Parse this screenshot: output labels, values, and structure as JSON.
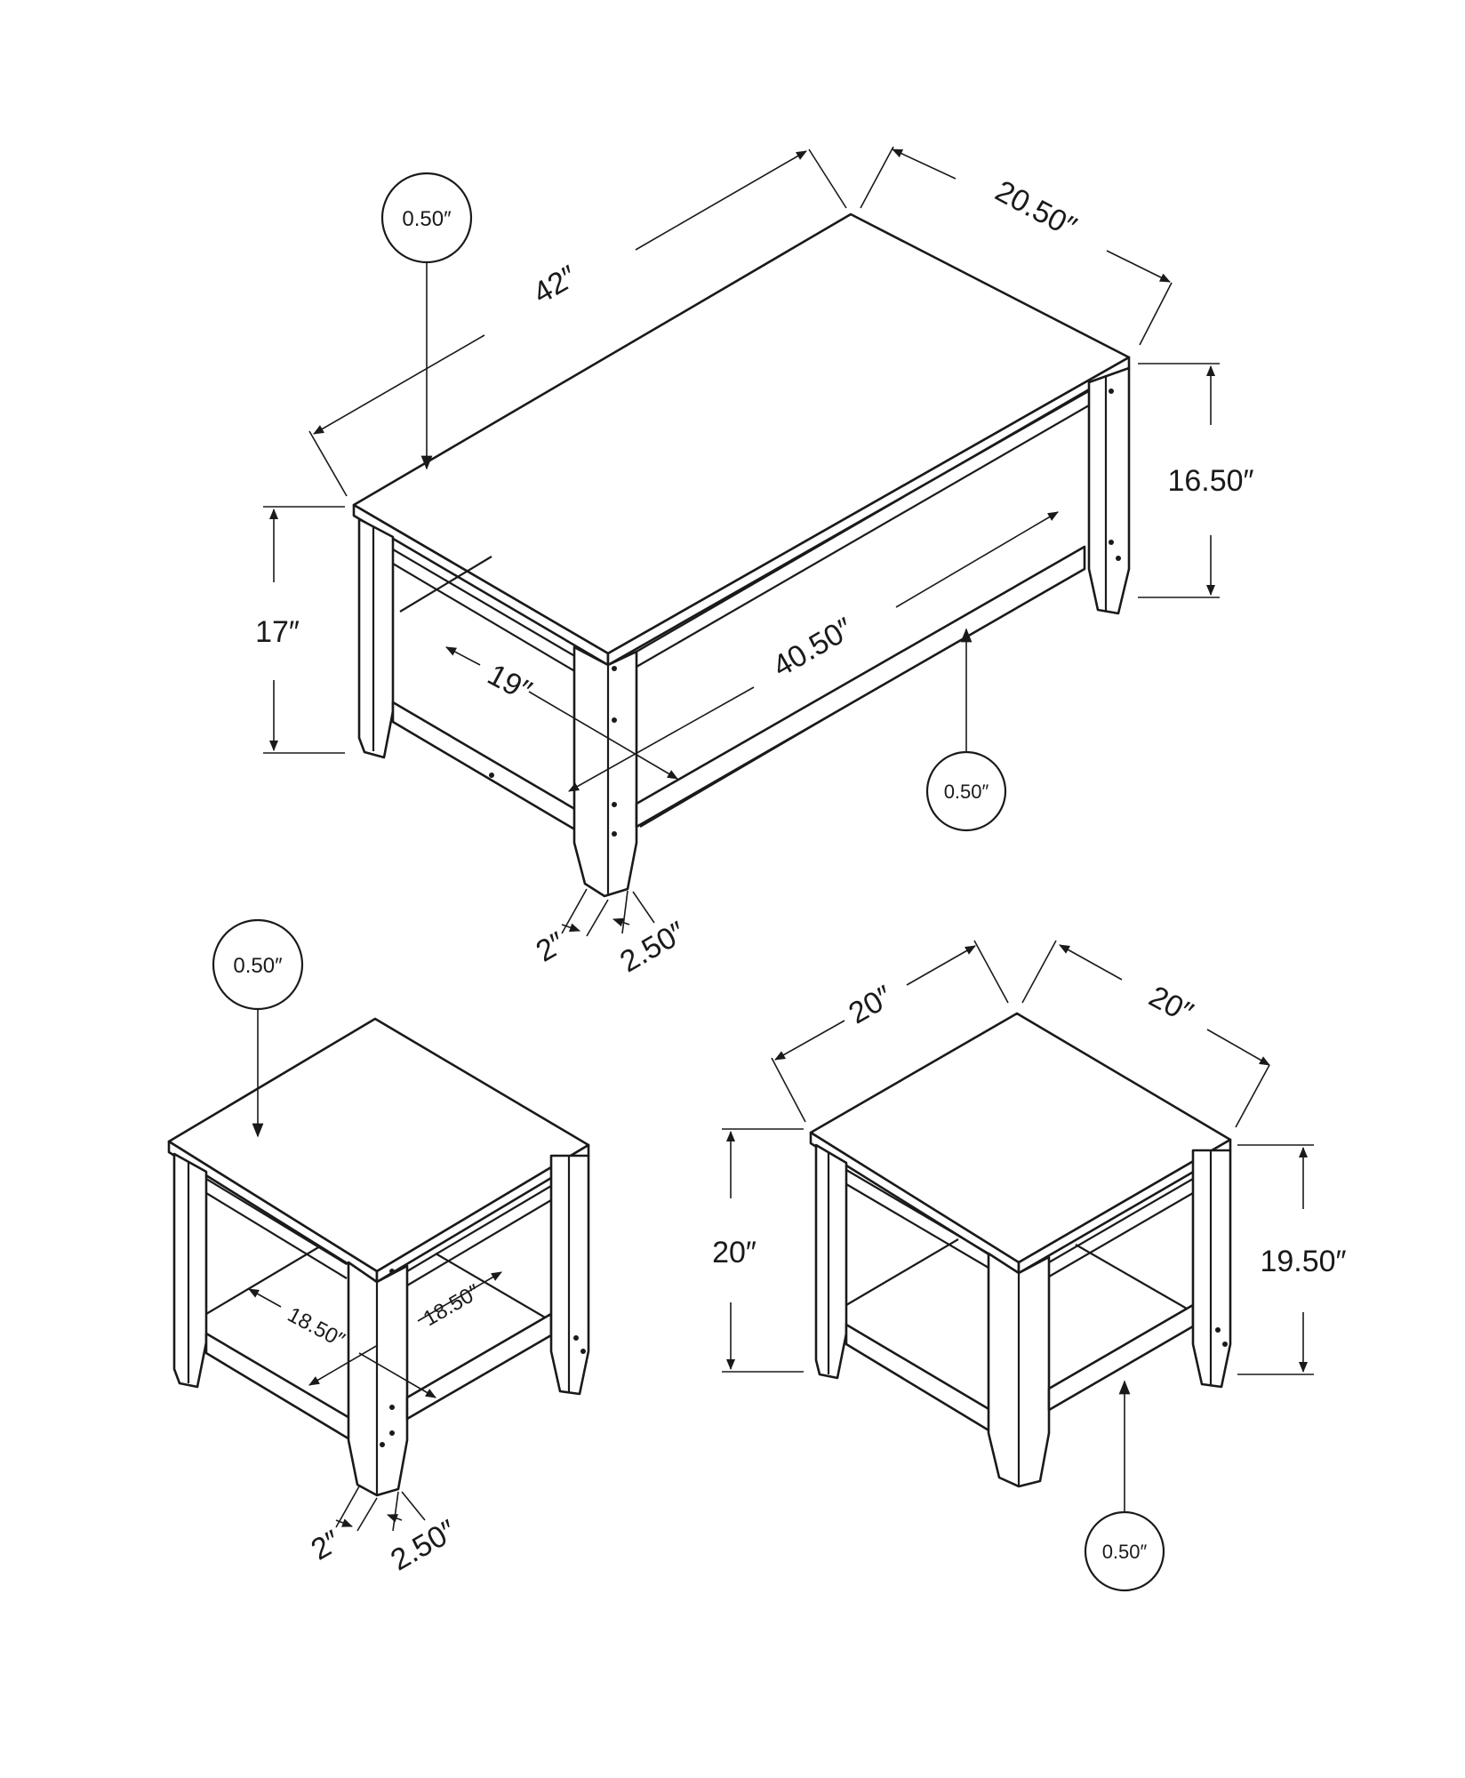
{
  "colors": {
    "ink": "#1a1a1a",
    "background": "#ffffff"
  },
  "coffee_table": {
    "length": "42″",
    "depth": "20.50″",
    "height": "17″",
    "height_under_top": "16.50″",
    "shelf_length": "40.50″",
    "shelf_depth": "19″",
    "top_thickness": "0.50″",
    "shelf_thickness": "0.50″",
    "leg_inner": "2″",
    "leg_outer": "2.50″"
  },
  "end_table_left": {
    "top_thickness": "0.50″",
    "shelf_width": "18.50″",
    "shelf_depth": "18.50″",
    "leg_inner": "2″",
    "leg_outer": "2.50″"
  },
  "end_table_right": {
    "width": "20″",
    "depth": "20″",
    "height": "20″",
    "height_under_top": "19.50″",
    "shelf_thickness": "0.50″"
  }
}
